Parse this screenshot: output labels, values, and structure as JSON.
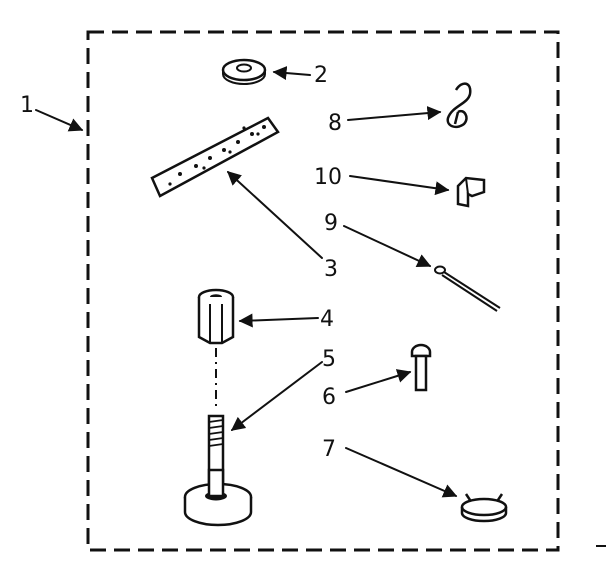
{
  "diagram": {
    "kit_callout": "1",
    "parts": [
      {
        "id": "washer",
        "callout": "2",
        "icon": "round-washer-icon"
      },
      {
        "id": "plate",
        "callout": "3",
        "icon": "perforated-plate-icon"
      },
      {
        "id": "hex-nut",
        "callout": "4",
        "icon": "hex-nut-icon"
      },
      {
        "id": "leveling-leg",
        "callout": "5",
        "icon": "leveling-leg-icon"
      },
      {
        "id": "rivet",
        "callout": "6",
        "icon": "rivet-icon"
      },
      {
        "id": "hose-clamp",
        "callout": "7",
        "icon": "hose-clamp-icon"
      },
      {
        "id": "hook-clip",
        "callout": "8",
        "icon": "hook-clip-icon"
      },
      {
        "id": "cotter-pin",
        "callout": "9",
        "icon": "cotter-pin-icon"
      },
      {
        "id": "cable-clip",
        "callout": "10",
        "icon": "cable-clip-icon"
      }
    ],
    "colors": {
      "ink": "#111111",
      "background": "#ffffff"
    }
  }
}
